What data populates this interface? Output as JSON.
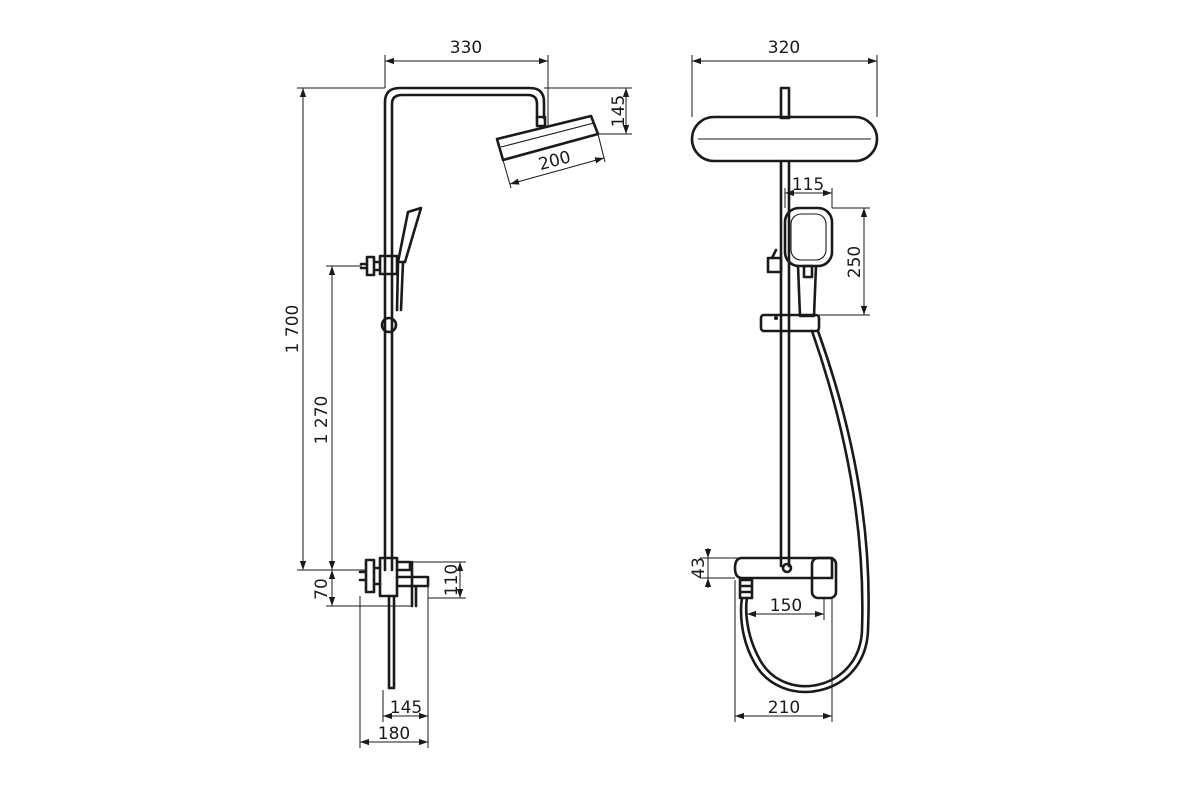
{
  "side_view": {
    "dimensions": {
      "arm_reach": "330",
      "head_height": "145",
      "head_width": "200",
      "total_height": "1 700",
      "holder_height": "1 270",
      "mixer_offset": "70",
      "spout_height": "110",
      "spout_depth": "145",
      "mixer_depth": "180"
    }
  },
  "front_view": {
    "dimensions": {
      "head_width": "320",
      "hand_shower_width": "115",
      "hand_shower_height": "250",
      "mixer_height": "43",
      "mixer_width": "150",
      "overall_width": "210"
    }
  }
}
